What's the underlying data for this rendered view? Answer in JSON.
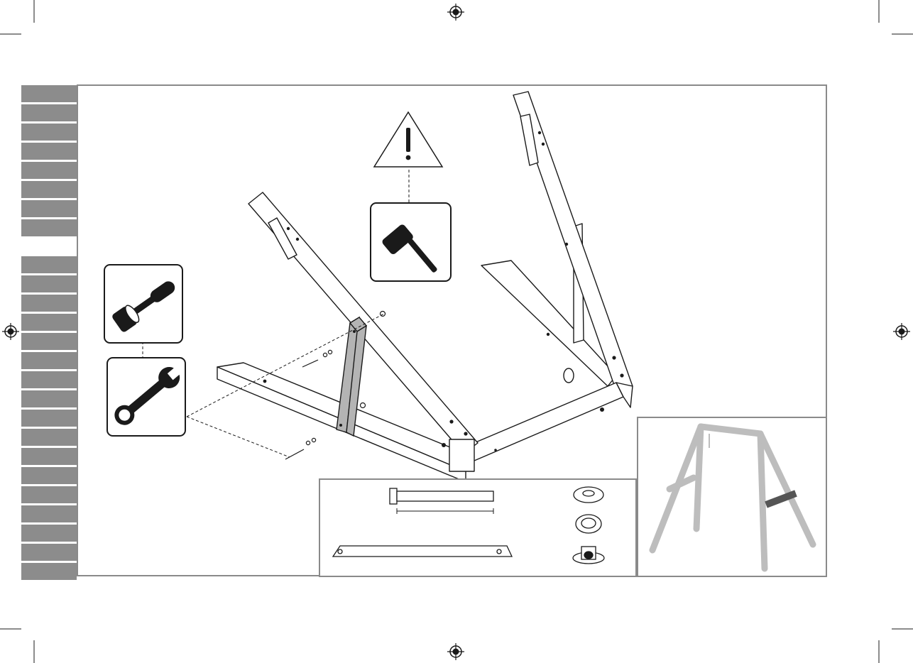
{
  "document": {
    "type": "assembly-instruction-page",
    "colors": {
      "frame": "#8a8a8a",
      "tab": "#8c8c8c",
      "line": "#1a1a1a",
      "highlight_part": "#b4b4b4",
      "preview_frame": "#bdbdbd",
      "preview_highlight": "#555555"
    },
    "icons": {
      "warning": "warning-triangle-icon",
      "mallet": "rubber-mallet-icon",
      "socket_wrench": "socket-wrench-icon",
      "combination_wrench": "combination-wrench-icon",
      "registration_mark": "registration-mark-icon"
    },
    "tab_groups": [
      {
        "count": 8
      },
      {
        "count": 17
      }
    ],
    "hardware": [
      "bolt",
      "brace-plate",
      "flat-washer",
      "spring-washer",
      "t-nut"
    ]
  }
}
